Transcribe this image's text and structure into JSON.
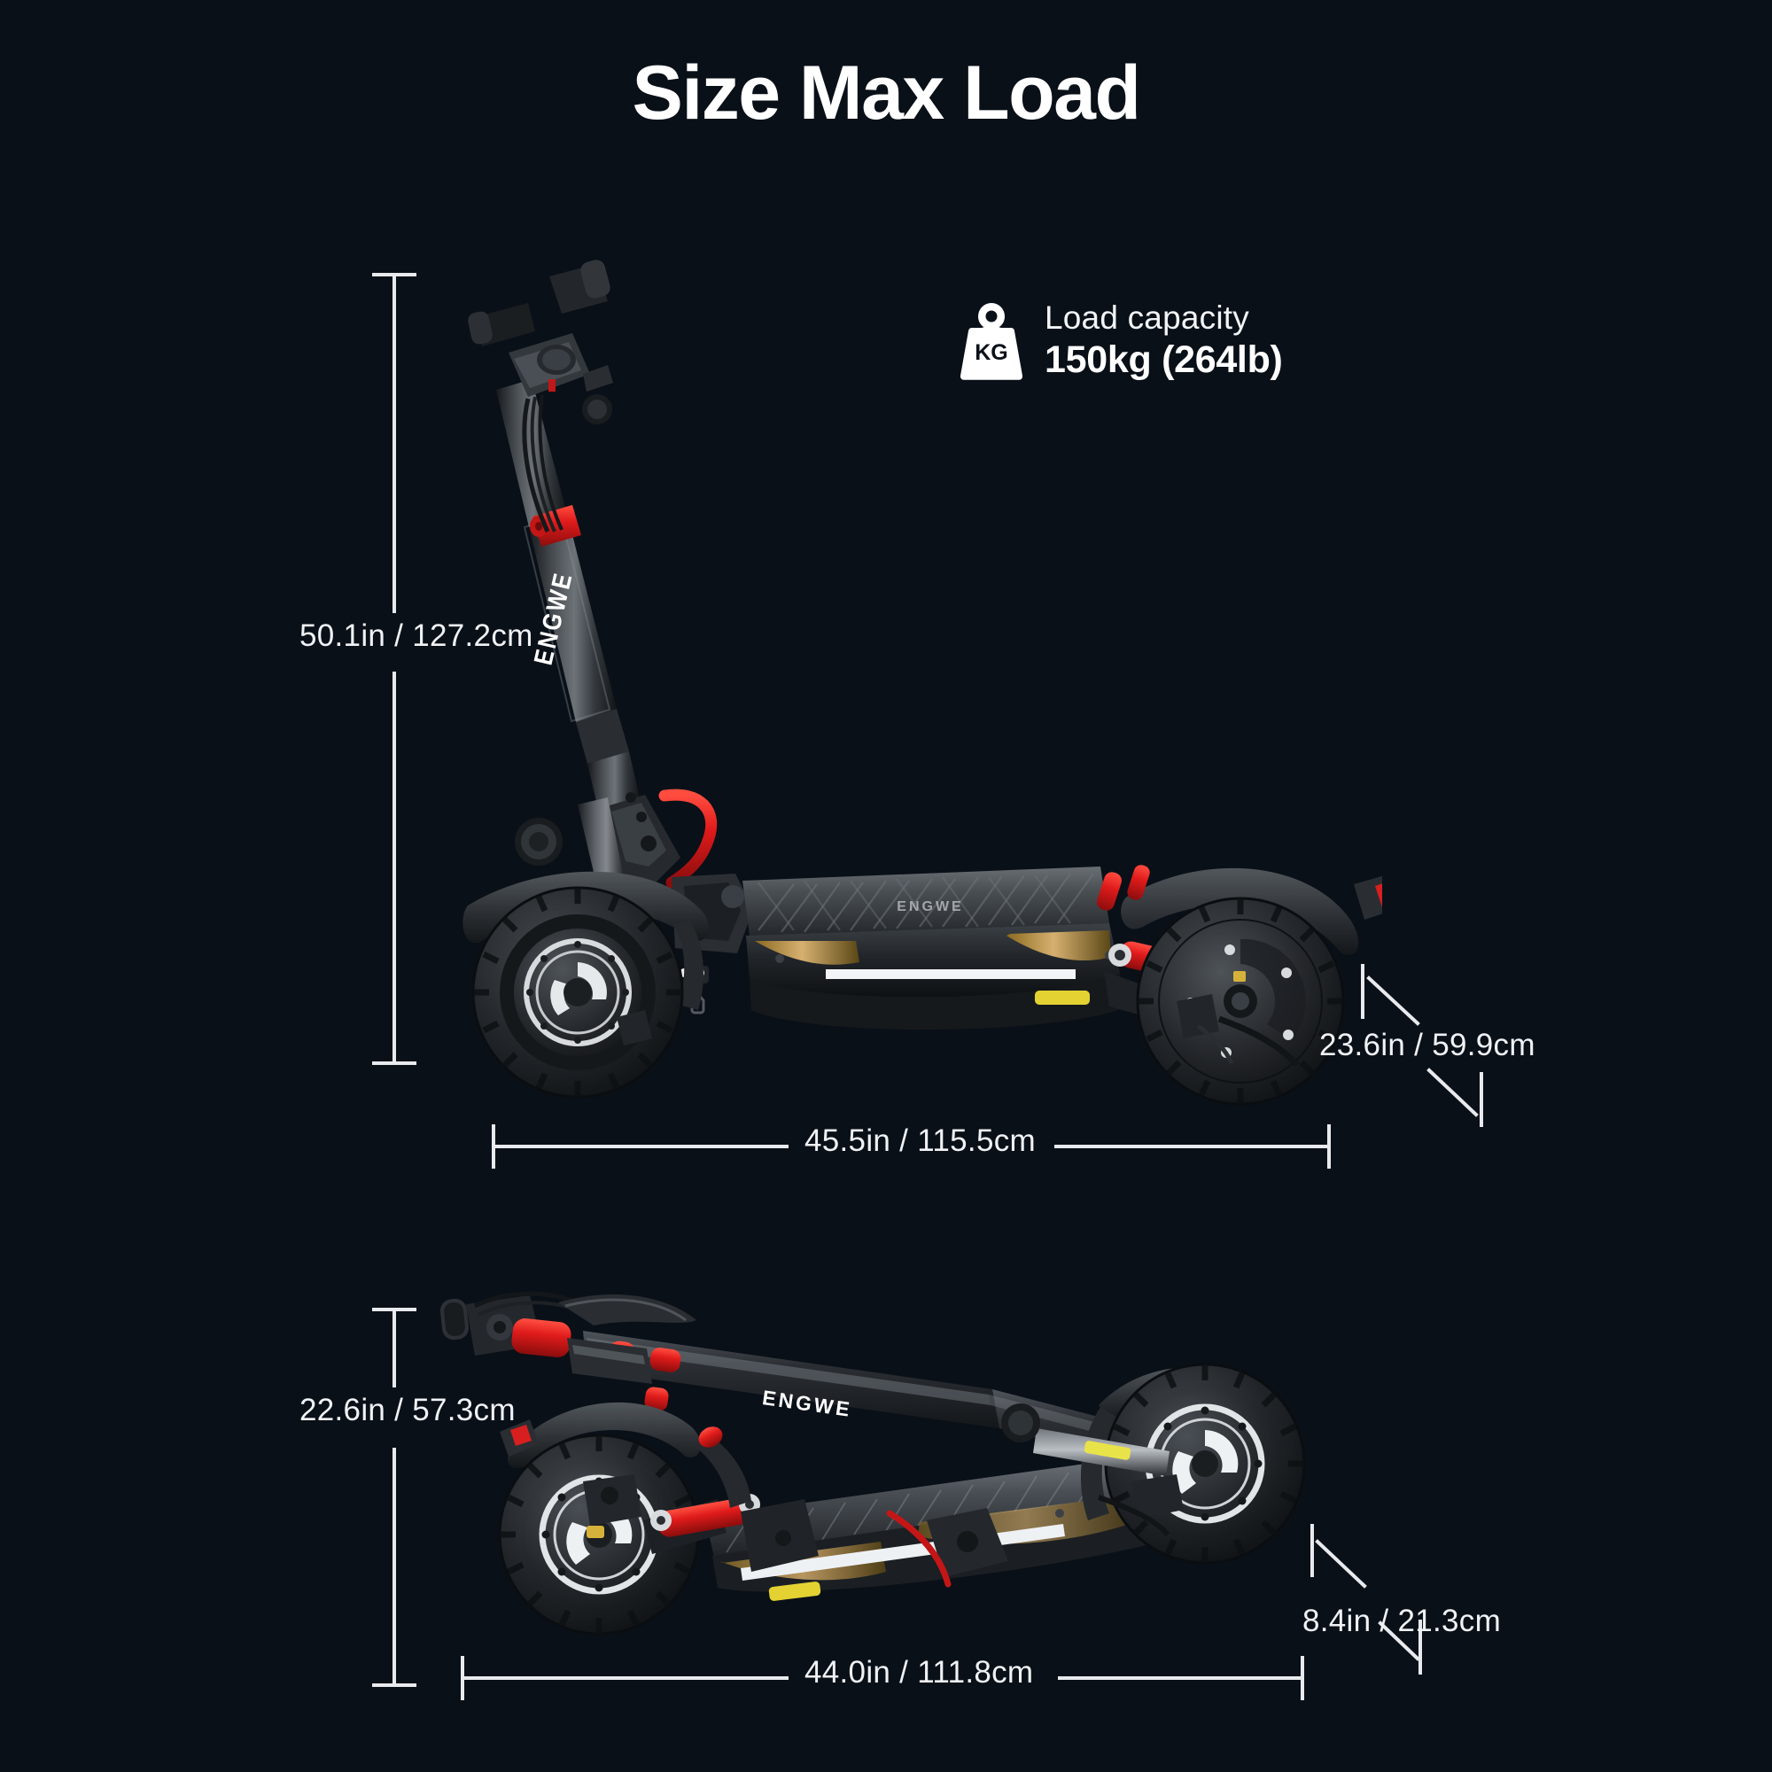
{
  "page": {
    "title": "Size Max Load",
    "background_color": "#0a1018",
    "text_color": "#ffffff",
    "accent_color": "#e01b1b"
  },
  "load_capacity": {
    "icon": "weight-kg-icon",
    "icon_label": "KG",
    "label": "Load capacity",
    "value": "150kg (264lb)"
  },
  "dimensions": {
    "unfolded": {
      "height": "50.1in / 127.2cm",
      "length": "45.5in / 115.5cm",
      "width": "23.6in / 59.9cm"
    },
    "folded": {
      "height": "22.6in / 57.3cm",
      "length": "44.0in / 111.8cm",
      "width": "8.4in / 21.3cm"
    }
  },
  "product": {
    "brand": "ENGWE",
    "view_unfolded": "electric-scooter-side-view-unfolded",
    "view_folded": "electric-scooter-side-view-folded"
  }
}
